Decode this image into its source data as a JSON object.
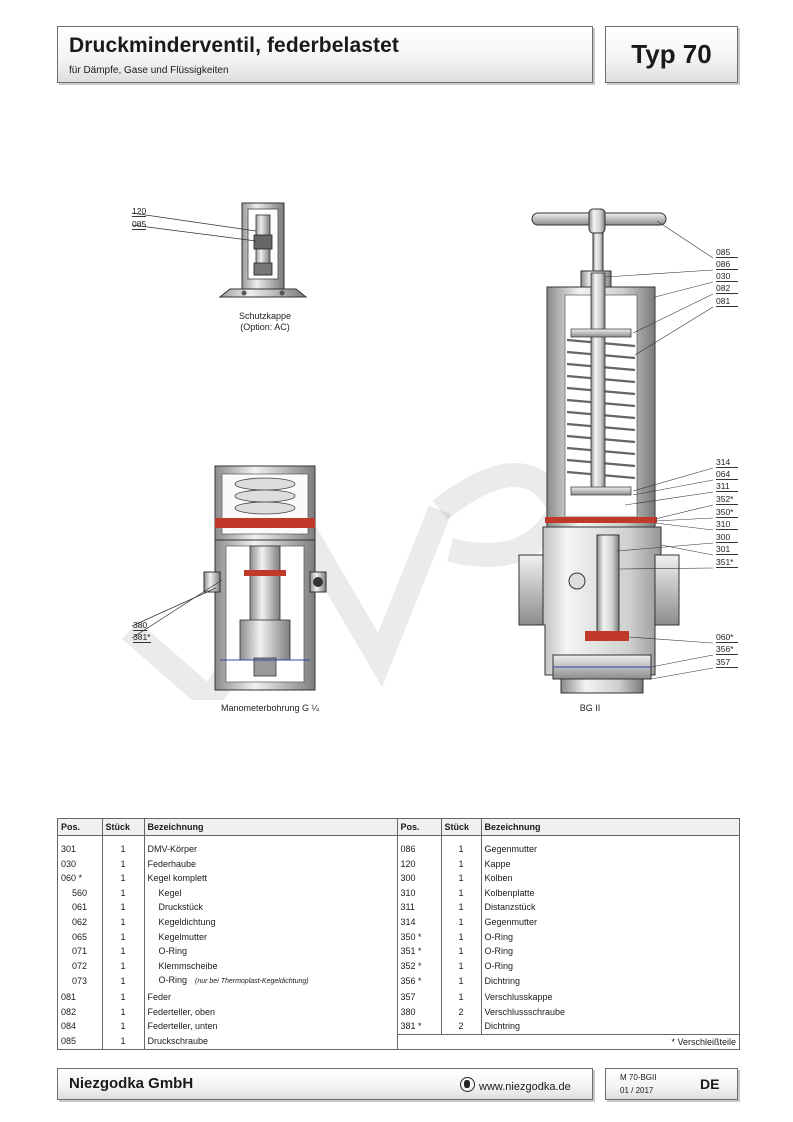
{
  "header": {
    "title": "Druckminderventil, federbelastet",
    "subtitle": "für Dämpfe, Gase und Flüssigkeiten",
    "type_label": "Typ 70"
  },
  "figures": {
    "schutzkappe": {
      "caption_line1": "Schutzkappe",
      "caption_line2": "(Option: AC)",
      "callouts": [
        "120",
        "085"
      ]
    },
    "manometer": {
      "caption": "Manometerbohrung G ¼",
      "callouts": [
        "380",
        "381*"
      ]
    },
    "bg2": {
      "caption": "BG II",
      "callouts": [
        "085",
        "086",
        "030",
        "082",
        "081",
        "314",
        "064",
        "311",
        "352*",
        "350*",
        "310",
        "300",
        "301",
        "351*",
        "060*",
        "356*",
        "357"
      ]
    }
  },
  "table": {
    "headers": [
      "Pos.",
      "Stück",
      "Bezeichnung",
      "Pos.",
      "Stück",
      "Bezeichnung"
    ],
    "left": [
      {
        "pos": "301",
        "qty": "1",
        "name": "DMV-Körper",
        "indent": false
      },
      {
        "pos": "030",
        "qty": "1",
        "name": "Federhaube",
        "indent": false
      },
      {
        "pos": "060 *",
        "qty": "1",
        "name": "Kegel komplett",
        "indent": false
      },
      {
        "pos": "560",
        "qty": "1",
        "name": "Kegel",
        "indent": true
      },
      {
        "pos": "061",
        "qty": "1",
        "name": "Druckstück",
        "indent": true
      },
      {
        "pos": "062",
        "qty": "1",
        "name": "Kegeldichtung",
        "indent": true
      },
      {
        "pos": "065",
        "qty": "1",
        "name": "Kegelmutter",
        "indent": true
      },
      {
        "pos": "071",
        "qty": "1",
        "name": "O-Ring",
        "indent": true
      },
      {
        "pos": "072",
        "qty": "1",
        "name": "Klemmscheibe",
        "indent": true
      },
      {
        "pos": "073",
        "qty": "1",
        "name": "O-Ring",
        "indent": true,
        "note": "(nur bei Thermoplast-Kegeldichtung)"
      },
      {
        "pos": "081",
        "qty": "1",
        "name": "Feder",
        "indent": false
      },
      {
        "pos": "082",
        "qty": "1",
        "name": "Federteller, oben",
        "indent": false
      },
      {
        "pos": "084",
        "qty": "1",
        "name": "Federteller, unten",
        "indent": false
      },
      {
        "pos": "085",
        "qty": "1",
        "name": "Druckschraube",
        "indent": false
      }
    ],
    "right": [
      {
        "pos": "086",
        "qty": "1",
        "name": "Gegenmutter"
      },
      {
        "pos": "120",
        "qty": "1",
        "name": "Kappe"
      },
      {
        "pos": "300",
        "qty": "1",
        "name": "Kolben"
      },
      {
        "pos": "310",
        "qty": "1",
        "name": "Kolbenplatte"
      },
      {
        "pos": "311",
        "qty": "1",
        "name": "Distanzstück"
      },
      {
        "pos": "314",
        "qty": "1",
        "name": "Gegenmutter"
      },
      {
        "pos": "350 *",
        "qty": "1",
        "name": "O-Ring"
      },
      {
        "pos": "351 *",
        "qty": "1",
        "name": "O-Ring"
      },
      {
        "pos": "352 *",
        "qty": "1",
        "name": "O-Ring"
      },
      {
        "pos": "356 *",
        "qty": "1",
        "name": "Dichtring"
      },
      {
        "pos": "357",
        "qty": "1",
        "name": "Verschlusskappe"
      },
      {
        "pos": "380",
        "qty": "2",
        "name": "Verschlussschraube"
      },
      {
        "pos": "381 *",
        "qty": "2",
        "name": "Dichtring"
      }
    ],
    "footnote": "* Verschleißteile"
  },
  "footer": {
    "company": "Niezgodka GmbH",
    "website": "www.niezgodka.de",
    "doc_code": "M 70-BGII",
    "doc_date": "01 / 2017",
    "lang": "DE"
  },
  "colors": {
    "accent_red": "#c0392b",
    "metal_light": "#e6e6e6",
    "metal_dark": "#8a8a8a",
    "border": "#6d6d6d"
  }
}
